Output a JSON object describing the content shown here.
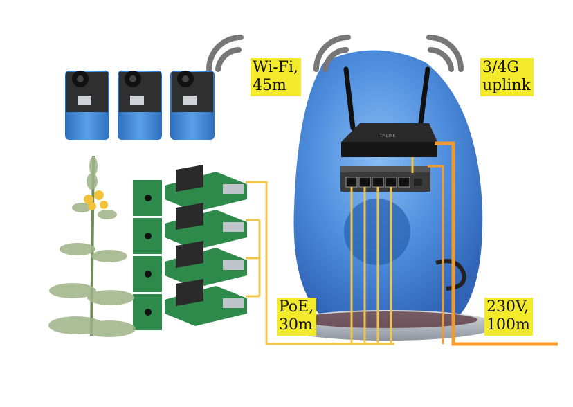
{
  "labels": {
    "wifi": {
      "line1": "Wi-Fi,",
      "line2": "45m"
    },
    "uplink": {
      "line1": "3/4G",
      "line2": "uplink"
    },
    "poe": {
      "line1": "PoE,",
      "line2": "30m"
    },
    "power": {
      "line1": "230V,",
      "line2": "100m"
    }
  },
  "colors": {
    "highlight": "#f2ea2a",
    "poe_cable": "#f0c64a",
    "power_cable": "#f39a2a",
    "barrel": "#2f6fd0",
    "pcb": "#2e8a4a",
    "battery": "#3f86d6"
  }
}
